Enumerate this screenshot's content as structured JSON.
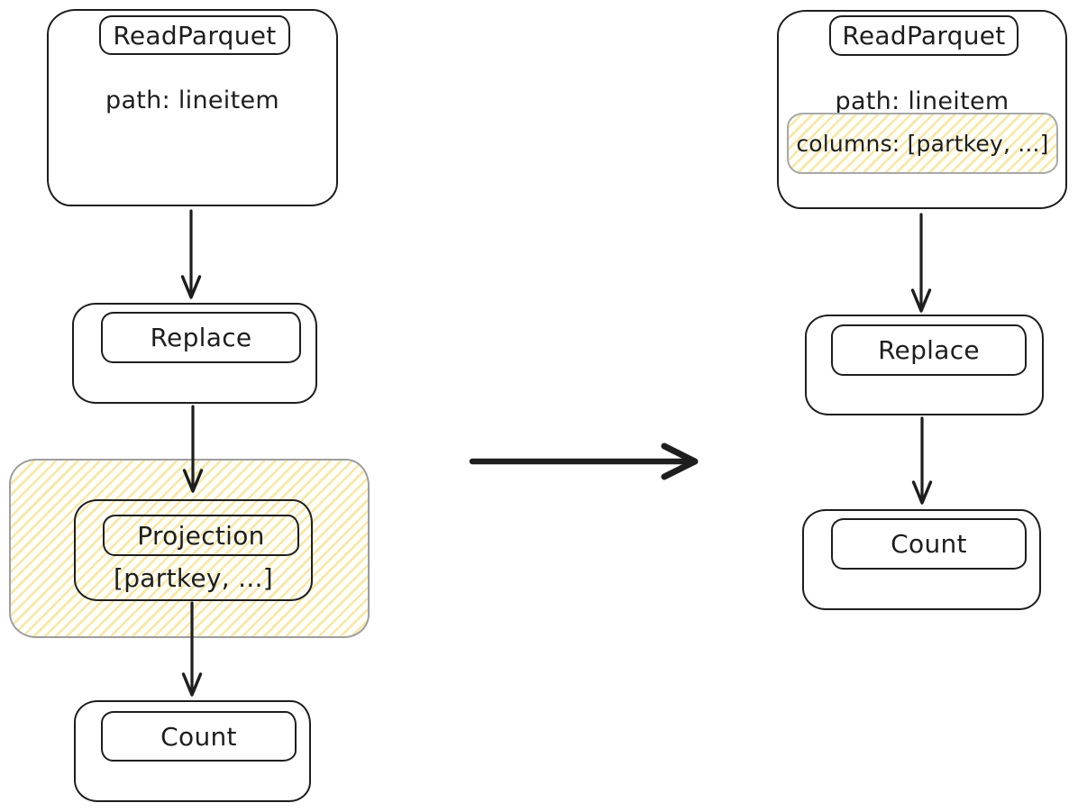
{
  "colors": {
    "stroke": "#1e1e1e",
    "highlight_border": "#9e9e9e",
    "hatch_stripe": "#f5e7af",
    "hatch_background": "#fffef7",
    "canvas_background": "#ffffff"
  },
  "left_plan": {
    "read_parquet": {
      "title": "ReadParquet",
      "path_attr": "path: lineitem"
    },
    "replace": {
      "title": "Replace"
    },
    "projection": {
      "title": "Projection",
      "columns_attr": "[partkey, ...]"
    },
    "count": {
      "title": "Count"
    },
    "edges": [
      [
        "ReadParquet",
        "Replace"
      ],
      [
        "Replace",
        "Projection"
      ],
      [
        "Projection",
        "Count"
      ]
    ]
  },
  "right_plan": {
    "read_parquet": {
      "title": "ReadParquet",
      "path_attr": "path: lineitem",
      "columns_attr": "columns: [partkey, ...]"
    },
    "replace": {
      "title": "Replace"
    },
    "count": {
      "title": "Count"
    },
    "edges": [
      [
        "ReadParquet",
        "Replace"
      ],
      [
        "Replace",
        "Count"
      ]
    ]
  }
}
